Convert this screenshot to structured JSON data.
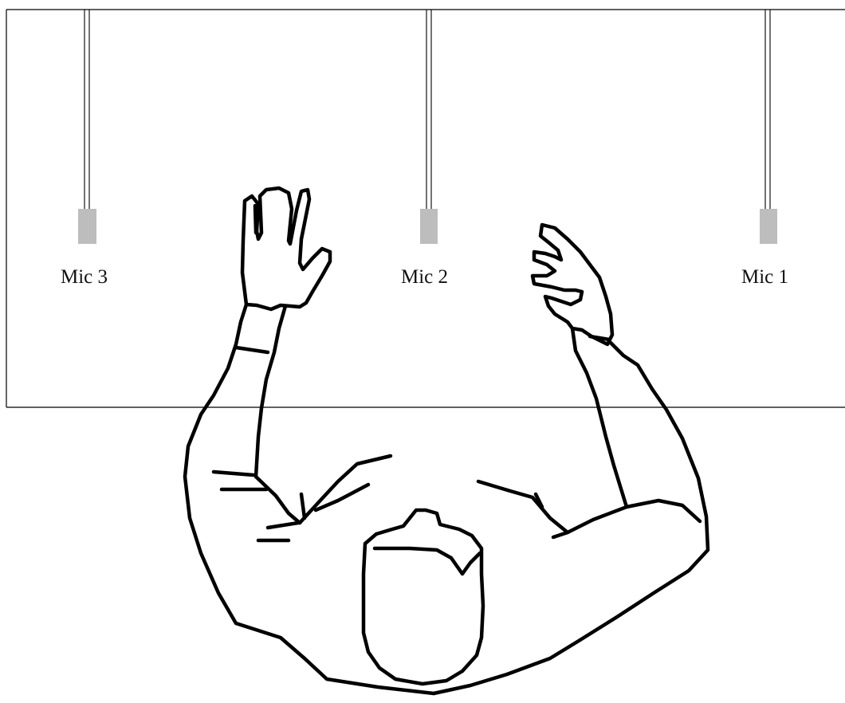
{
  "mics": [
    {
      "label": "Mic 3"
    },
    {
      "label": "Mic 2"
    },
    {
      "label": "Mic 1"
    }
  ],
  "colors": {
    "outline": "#000000",
    "microphone": "#bdbdbd",
    "background": "#ffffff"
  }
}
